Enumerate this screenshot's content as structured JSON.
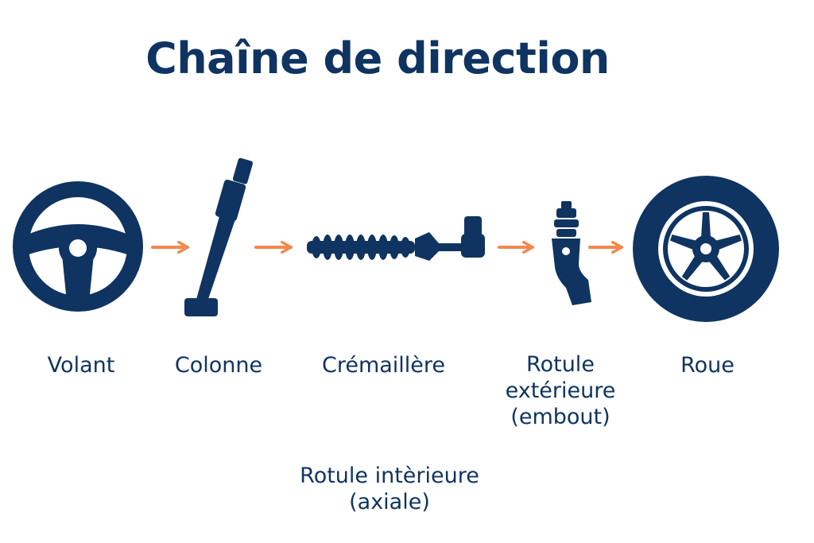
{
  "title": "Chaîne de direction",
  "colors": {
    "primary": "#0f3461",
    "arrow": "#f4884d",
    "background": "#ffffff"
  },
  "components": [
    {
      "id": "volant",
      "label": "Volant",
      "icon": "steering-wheel-icon"
    },
    {
      "id": "colonne",
      "label": "Colonne",
      "icon": "steering-column-icon"
    },
    {
      "id": "cremaillere",
      "label": "Crémaillère",
      "icon": "steering-rack-icon"
    },
    {
      "id": "rotule-exterieure",
      "label_lines": [
        "Rotule",
        "extérieure",
        "(embout)"
      ],
      "icon": "tie-rod-end-icon"
    },
    {
      "id": "roue",
      "label": "Roue",
      "icon": "wheel-icon"
    }
  ],
  "annotation": {
    "label_lines": [
      "Rotule intèrieure",
      "(axiale)"
    ]
  }
}
